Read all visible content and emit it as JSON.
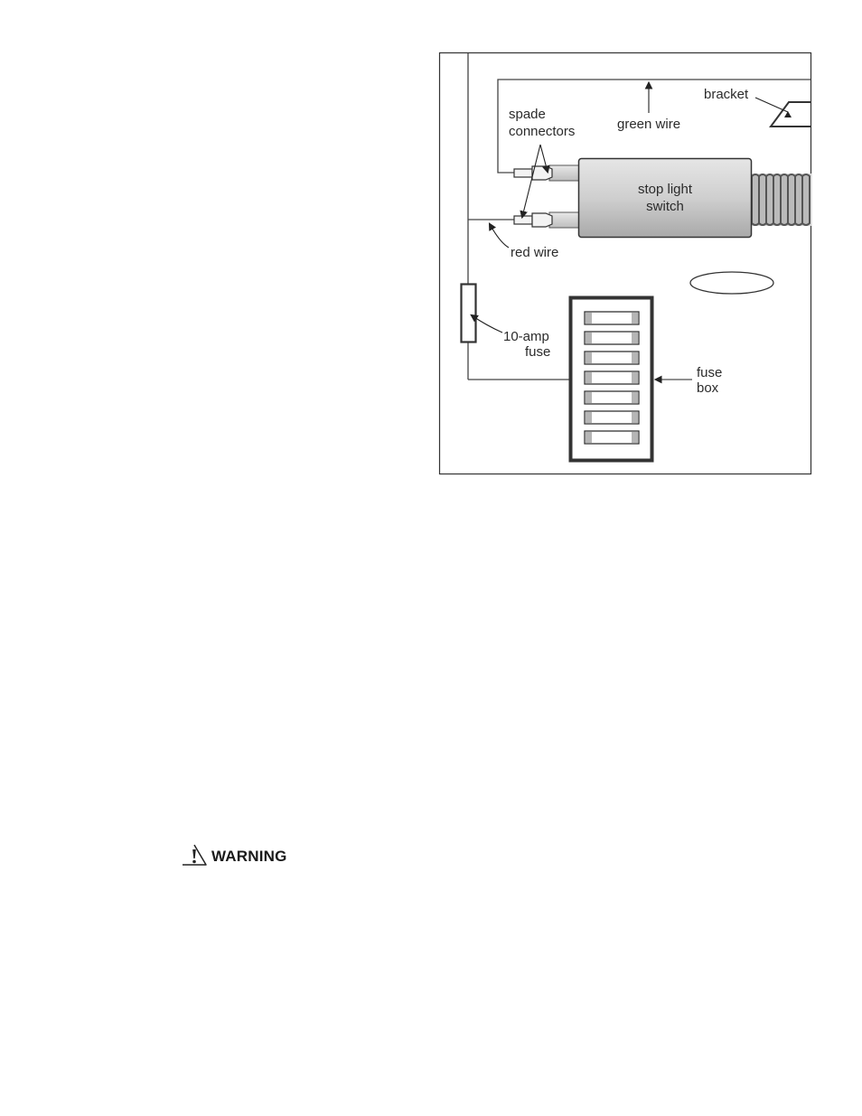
{
  "diagram": {
    "labels": {
      "bracket": "bracket",
      "green_wire": "green wire",
      "spade_connectors_1": "spade",
      "spade_connectors_2": "connectors",
      "switch_1": "stop light",
      "switch_2": "switch",
      "red_wire": "red wire",
      "fuse_1": "10-amp",
      "fuse_2": "fuse",
      "fuse_box_1": "fuse",
      "fuse_box_2": "box"
    },
    "fuse_slot_count": 7
  },
  "warning": {
    "icon": "warning-triangle-icon",
    "label": "WARNING"
  }
}
